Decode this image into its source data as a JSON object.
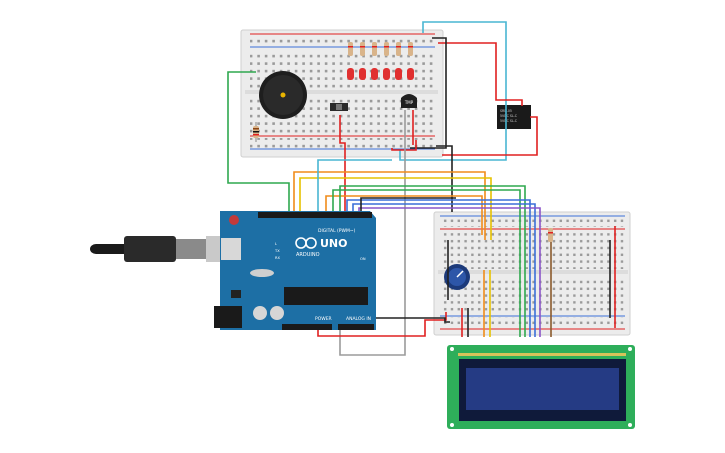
{
  "board": {
    "brand": "ARDUINO",
    "model": "UNO",
    "digital_header": "DIGITAL (PWM~)",
    "power_header": "POWER",
    "analog_header": "ANALOG IN",
    "tx_label": "TX",
    "rx_label": "RX",
    "l_label": "L",
    "on_label": "ON"
  },
  "sensor": {
    "label": "TMP"
  },
  "relay": {
    "line1": "SRD-05",
    "line2": "5VDC SL-C",
    "line3": "5VDC SL-C"
  },
  "colors": {
    "wire_red": "#e02020",
    "wire_black": "#222222",
    "wire_green": "#2fa84f",
    "wire_blue": "#3b6fd8",
    "wire_orange": "#f08c1a",
    "wire_yellow": "#e6c200",
    "wire_cyan": "#49b6d2",
    "wire_grey": "#9b9b9b",
    "wire_purple": "#8a55c8",
    "arduino_blue": "#1d6fa5",
    "lcd_green": "#2eae5a",
    "lcd_screen": "#253b84"
  }
}
